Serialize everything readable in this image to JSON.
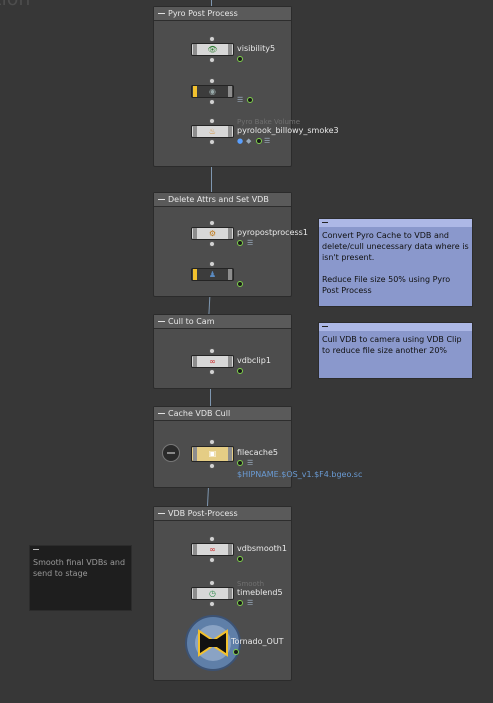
{
  "background_fragment": "tion",
  "network_boxes": [
    {
      "title": "Pyro Post Process"
    },
    {
      "title": "Delete Attrs and Set VDB"
    },
    {
      "title": "Cull to Cam"
    },
    {
      "title": "Cache VDB Cull"
    },
    {
      "title": "VDB Post-Process"
    }
  ],
  "nodes": {
    "visibility5": {
      "name": "visibility5",
      "icon": "eye-icon"
    },
    "disabled_node": {
      "name": "",
      "icon": "bomb-icon"
    },
    "pyrolook": {
      "comment": "Pyro Bake Volume",
      "name": "pyrolook_billowy_smoke3",
      "icon": "flame-icon"
    },
    "pyropostprocess1": {
      "name": "pyropostprocess1",
      "icon": "flame-gear-icon"
    },
    "hidden_node": {
      "name": "",
      "icon": "person-icon"
    },
    "vdbclip1": {
      "name": "vdbclip1",
      "icon": "vdb-icon"
    },
    "filecache5": {
      "name": "filecache5",
      "path": "$HIPNAME.$OS_v1.$F4.bgeo.sc",
      "icon": "file-icon"
    },
    "vdbsmooth1": {
      "name": "vdbsmooth1",
      "icon": "vdb-icon"
    },
    "timeblend5": {
      "comment": "Smooth",
      "name": "timeblend5",
      "icon": "clock-icon"
    },
    "tornado_out": {
      "name": "Tornado_OUT",
      "icon": "output-icon"
    }
  },
  "sticky_notes": {
    "note1": {
      "text": "Convert Pyro Cache to VDB and delete/cull unecessary data where is isn't present.\n\nReduce File size 50% using Pyro Post Process"
    },
    "note2": {
      "text": "Cull VDB to camera using VDB Clip to reduce file size another 20%"
    },
    "note3": {
      "text": "Smooth final VDBs and send to stage"
    }
  },
  "colors": {
    "background": "#373737",
    "network_box": "#4d4d4d",
    "sticky_blue": "#8a98cc",
    "wire": "#7f97b0",
    "status_green": "#7fd24a",
    "cache_node": "#e5cd85"
  }
}
